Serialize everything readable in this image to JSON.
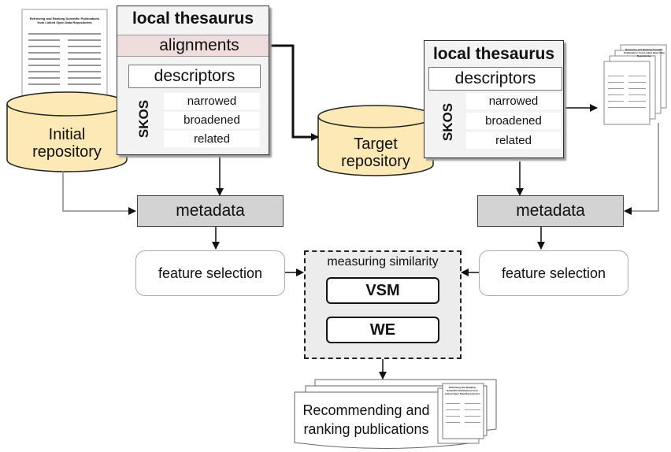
{
  "left_thesaurus": {
    "title": "local thesaurus",
    "alignments": "alignments",
    "descriptors": "descriptors",
    "skos": "SKOS",
    "relations": [
      "narrowed",
      "broadened",
      "related"
    ]
  },
  "right_thesaurus": {
    "title": "local thesaurus",
    "descriptors": "descriptors",
    "skos": "SKOS",
    "relations": [
      "narrowed",
      "broadened",
      "related"
    ]
  },
  "initial_repository": "Initial repository",
  "target_repository": "Target repository",
  "left_metadata": "metadata",
  "right_metadata": "metadata",
  "left_feature_selection": "feature selection",
  "right_feature_selection": "feature selection",
  "similarity": {
    "title": "measuring similarity",
    "methods": [
      "VSM",
      "WE"
    ]
  },
  "output": "Recommending and ranking publications",
  "paper_title": "Retrieving and Ranking Scientific Publications from Linked Open Data Repositories",
  "colors": {
    "cylinder_fill": "#fde9b5",
    "alignments_fill": "#efdcdc",
    "metadata_fill": "#d3d3d3"
  }
}
